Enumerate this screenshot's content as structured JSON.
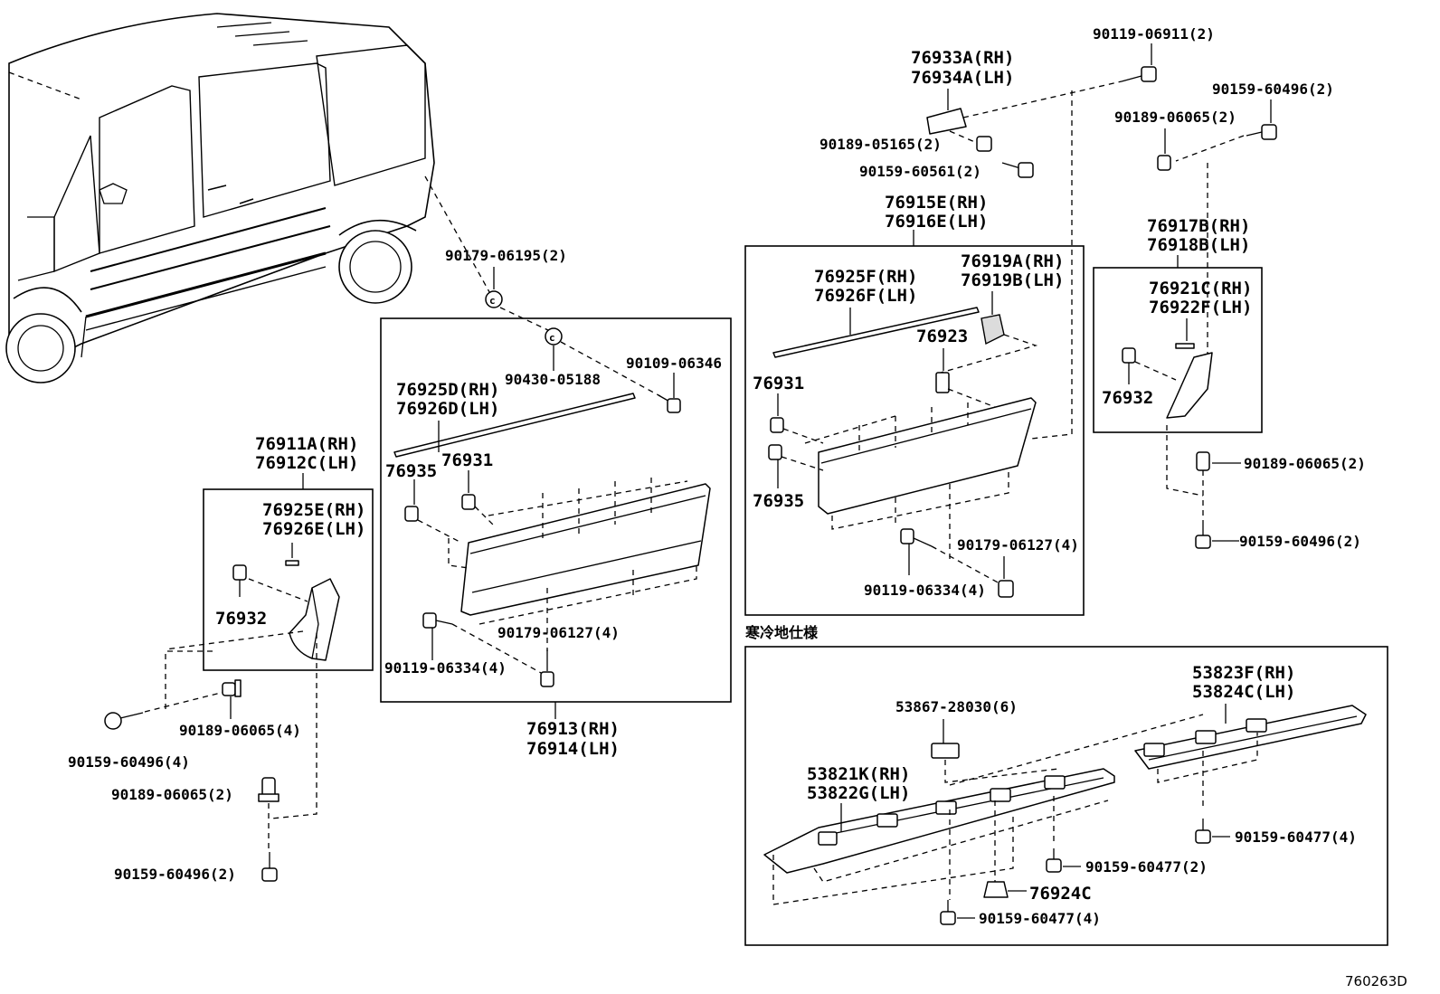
{
  "labels": {
    "p90119_06911": "90119-06911(2)",
    "p76933a": "76933A(RH)",
    "p76934a": "76934A(LH)",
    "p90159_60496_top": "90159-60496(2)",
    "p90189_06065_top": "90189-06065(2)",
    "p90189_05165": "90189-05165(2)",
    "p90159_60561": "90159-60561(2)",
    "p76915e": "76915E(RH)",
    "p76916e": "76916E(LH)",
    "p76917b": "76917B(RH)",
    "p76918b": "76918B(LH)",
    "p76925f": "76925F(RH)",
    "p76926f": "76926F(LH)",
    "p76919a": "76919A(RH)",
    "p76919b": "76919B(LH)",
    "p76921c": "76921C(RH)",
    "p76922f": "76922F(LH)",
    "p76923": "76923",
    "p76931_r": "76931",
    "p76932_r": "76932",
    "p76935_r": "76935",
    "p90179_06127_r": "90179-06127(4)",
    "p90119_06334_r": "90119-06334(4)",
    "p90189_06065_r": "90189-06065(2)",
    "p90159_60496_r": "90159-60496(2)",
    "p90179_06195": "90179-06195(2)",
    "p90430_05188": "90430-05188",
    "p90109_06346": "90109-06346",
    "p76925d": "76925D(RH)",
    "p76926d": "76926D(LH)",
    "p76935_m": "76935",
    "p76931_m": "76931",
    "p90179_06127_m": "90179-06127(4)",
    "p90119_06334_m": "90119-06334(4)",
    "p76913": "76913(RH)",
    "p76914": "76914(LH)",
    "p76911a": "76911A(RH)",
    "p76912c": "76912C(LH)",
    "p76925e": "76925E(RH)",
    "p76926e": "76926E(LH)",
    "p76932_l": "76932",
    "p90189_06065_l4": "90189-06065(4)",
    "p90159_60496_l4": "90159-60496(4)",
    "p90189_06065_l2": "90189-06065(2)",
    "p90159_60496_l2": "90159-60496(2)",
    "cold_region": "寒冷地仕様",
    "p53823f": "53823F(RH)",
    "p53824c": "53824C(LH)",
    "p53867": "53867-28030(6)",
    "p53821k": "53821K(RH)",
    "p53822g": "53822G(LH)",
    "p90159_60477_a": "90159-60477(4)",
    "p90159_60477_b": "90159-60477(2)",
    "p76924c": "76924C",
    "p90159_60477_c": "90159-60477(4)",
    "figure_code": "760263D"
  }
}
